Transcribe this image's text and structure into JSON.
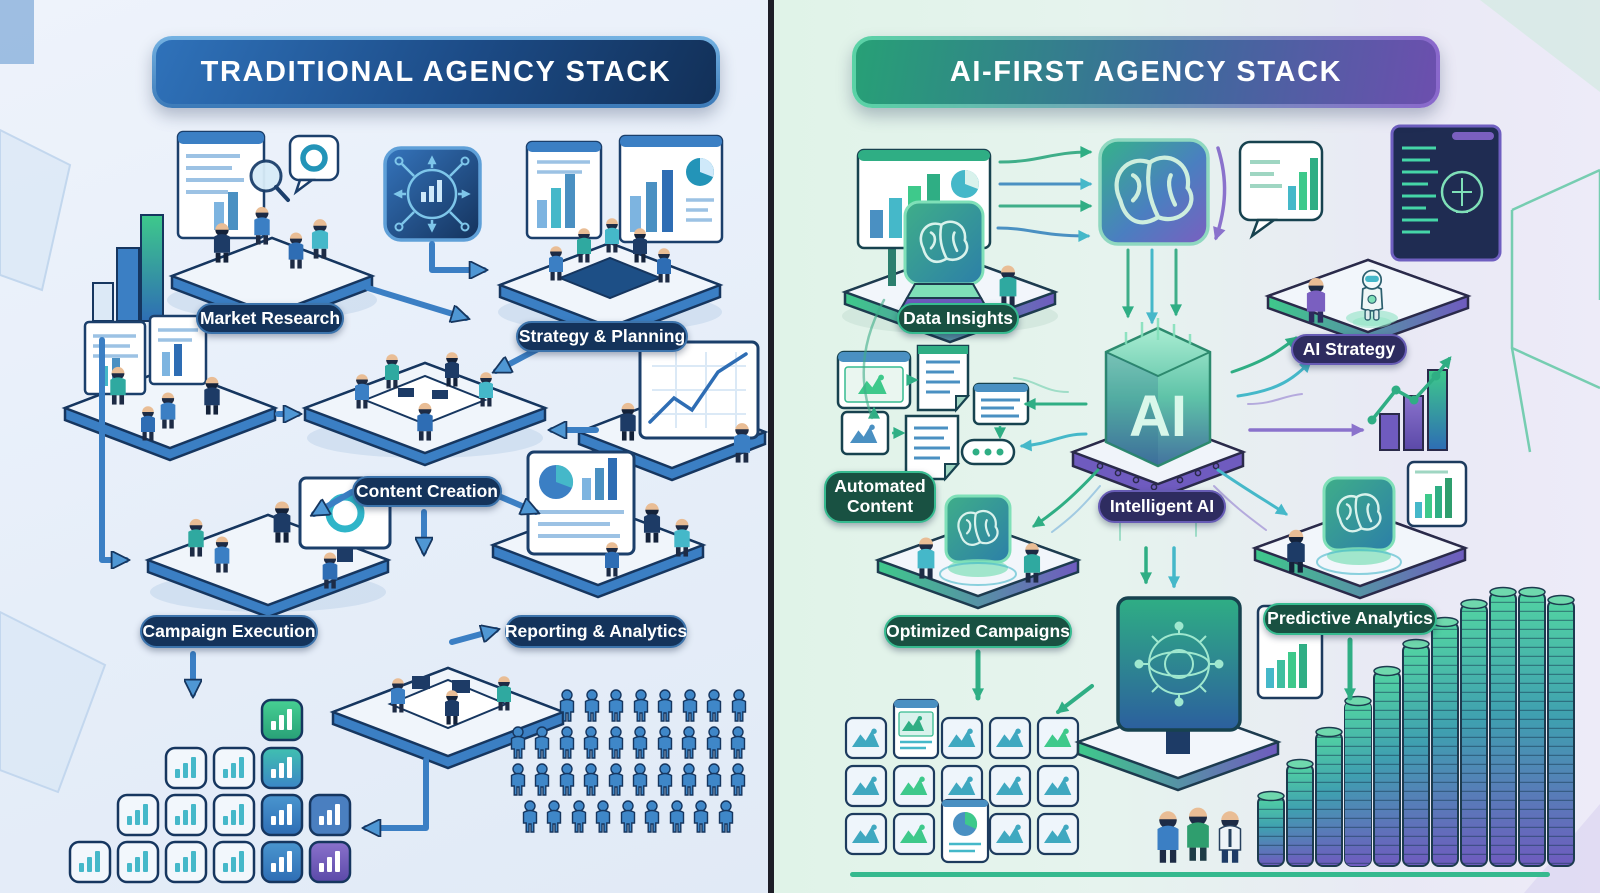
{
  "left_panel": {
    "title": "TRADITIONAL AGENCY STACK",
    "labels": {
      "market_research": "Market Research",
      "strategy_planning": "Strategy & Planning",
      "content_creation": "Content Creation",
      "campaign_execution": "Campaign Execution",
      "reporting_analytics": "Reporting & Analytics"
    }
  },
  "right_panel": {
    "title": "AI-FIRST AGENCY STACK",
    "labels": {
      "data_insights": "Data Insights",
      "ai_strategy": "AI Strategy",
      "automated_content": "Automated Content",
      "intelligent_ai": "Intelligent AI",
      "optimized_campaigns": "Optimized Campaigns",
      "predictive_analytics": "Predictive Analytics"
    },
    "ai_core_label": "AI"
  },
  "icons": {
    "hub": "network-hub-icon",
    "brain": "brain-icon",
    "ai_chip": "ai-chip-icon",
    "robot": "robot-figure",
    "magnifier": "magnifier-icon",
    "pie": "pie-chart-icon",
    "bar_tile": "bar-chart-tile",
    "image_tile": "image-thumbnail-tile",
    "coin_stack": "coin-stack",
    "crowd": "crowd-person-icon",
    "lightbulb": "lightbulb-icon"
  },
  "colors": {
    "left_accent": "#3b7fc4",
    "left_dark": "#16365f",
    "right_green": "#2fae84",
    "right_purple": "#7a5fc0",
    "pill_navy": "#14335b",
    "pill_green": "#195142",
    "pill_purple": "#2e2c60"
  }
}
